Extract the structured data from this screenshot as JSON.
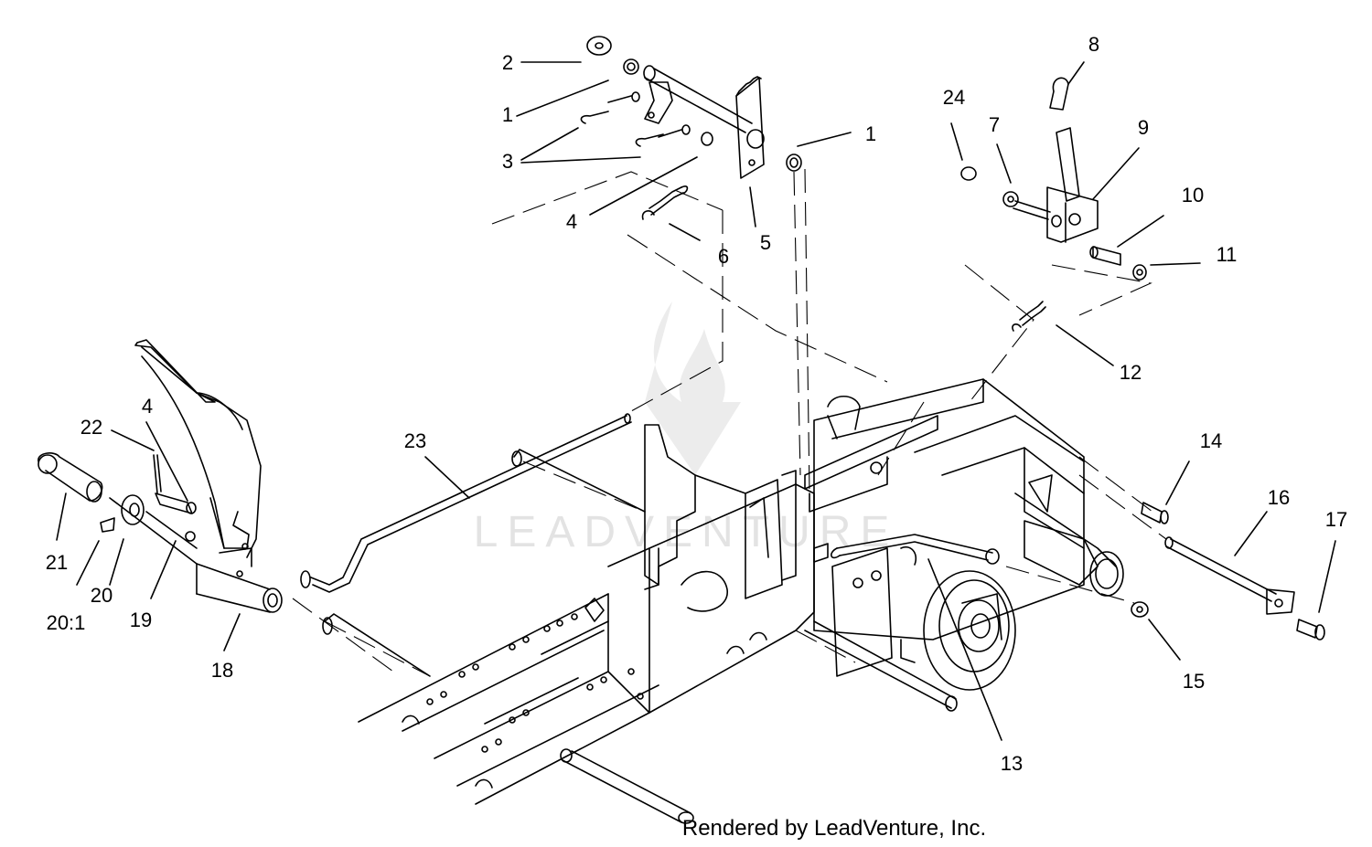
{
  "callouts": [
    {
      "id": "c2",
      "text": "2"
    },
    {
      "id": "c1a",
      "text": "1"
    },
    {
      "id": "c3",
      "text": "3"
    },
    {
      "id": "c4a",
      "text": "4"
    },
    {
      "id": "c6",
      "text": "6"
    },
    {
      "id": "c5",
      "text": "5"
    },
    {
      "id": "c1b",
      "text": "1"
    },
    {
      "id": "c8",
      "text": "8"
    },
    {
      "id": "c24",
      "text": "24"
    },
    {
      "id": "c7",
      "text": "7"
    },
    {
      "id": "c9",
      "text": "9"
    },
    {
      "id": "c10",
      "text": "10"
    },
    {
      "id": "c11",
      "text": "11"
    },
    {
      "id": "c12",
      "text": "12"
    },
    {
      "id": "c4b",
      "text": "4"
    },
    {
      "id": "c22",
      "text": "22"
    },
    {
      "id": "c23",
      "text": "23"
    },
    {
      "id": "c21",
      "text": "21"
    },
    {
      "id": "c20",
      "text": "20"
    },
    {
      "id": "c20_1",
      "text": "20:1"
    },
    {
      "id": "c19",
      "text": "19"
    },
    {
      "id": "c18",
      "text": "18"
    },
    {
      "id": "c14",
      "text": "14"
    },
    {
      "id": "c16",
      "text": "16"
    },
    {
      "id": "c17",
      "text": "17"
    },
    {
      "id": "c15",
      "text": "15"
    },
    {
      "id": "c13",
      "text": "13"
    }
  ],
  "watermark": "LEADVENTURE",
  "credit": "Rendered by LeadVenture, Inc."
}
